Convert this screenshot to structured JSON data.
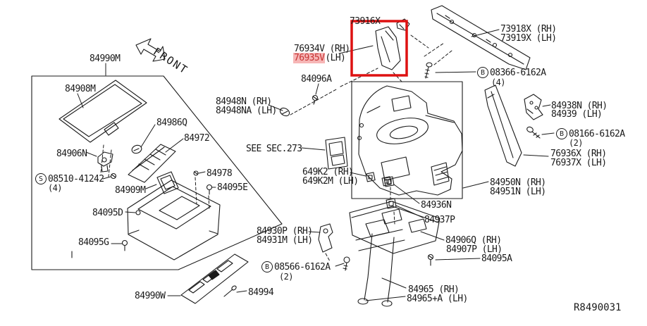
{
  "figure": {
    "ref_code": "R8490031",
    "front_arrow_label": "FRONT",
    "see_section_ref": "SEE SEC.273"
  },
  "colors": {
    "line": "#1a1a1a",
    "selection_red": "#dd1111",
    "selected_text": "#c63333",
    "selected_bg": "#f6b6b6"
  },
  "parts": {
    "p84990m": "84990M",
    "p84908m": "84908M",
    "p84906n": "84906N",
    "p84909m": "84909M",
    "p84095d": "84095D",
    "p84095g": "84095G",
    "p84986q": "84986Q",
    "p84972": "84972",
    "p84978": "84978",
    "p84095e": "84095E",
    "p84990w": "84990W",
    "p84994": "84994",
    "p76934v_rh": "76934V (RH)",
    "p76935v": "76935V",
    "p76935v_lh": "(LH)",
    "p73916x": "73916X",
    "p84096a": "84096A",
    "p84948n_rh": "84948N (RH)",
    "p84948na_lh": "84948NA (LH)",
    "p649k2_rh": "649K2 (RH)",
    "p649k2m_lh": "649K2M (LH)",
    "p84936n": "84936N",
    "p84937p": "84937P",
    "p84930p_rh": "84930P (RH)",
    "p84931m_lh": "84931M (LH)",
    "p84965_rh": "84965 (RH)",
    "p84965a_lh": "84965+A (LH)",
    "p84095a": "84095A",
    "p84906q_rh": "84906Q (RH)",
    "p84907p_lh": "84907P (LH)",
    "p84950n_rh": "84950N (RH)",
    "p84951n_lh": "84951N (LH)",
    "p73918x_rh": "73918X (RH)",
    "p73919x_lh": "73919X (LH)",
    "p84938n_rh": "84938N (RH)",
    "p84939_lh": "84939 (LH)",
    "p76936x_rh": "76936X (RH)",
    "p76937x_lh": "76937X (LH)"
  },
  "fasteners": {
    "s08510": {
      "letter": "S",
      "number": "08510-41242",
      "qty": "(4)"
    },
    "b08366": {
      "letter": "B",
      "number": "08366-6162A",
      "qty": "(4)"
    },
    "b08166": {
      "letter": "B",
      "number": "08166-6162A",
      "qty": "(2)"
    },
    "b08566": {
      "letter": "B",
      "number": "08566-6162A",
      "qty": "(2)"
    }
  }
}
